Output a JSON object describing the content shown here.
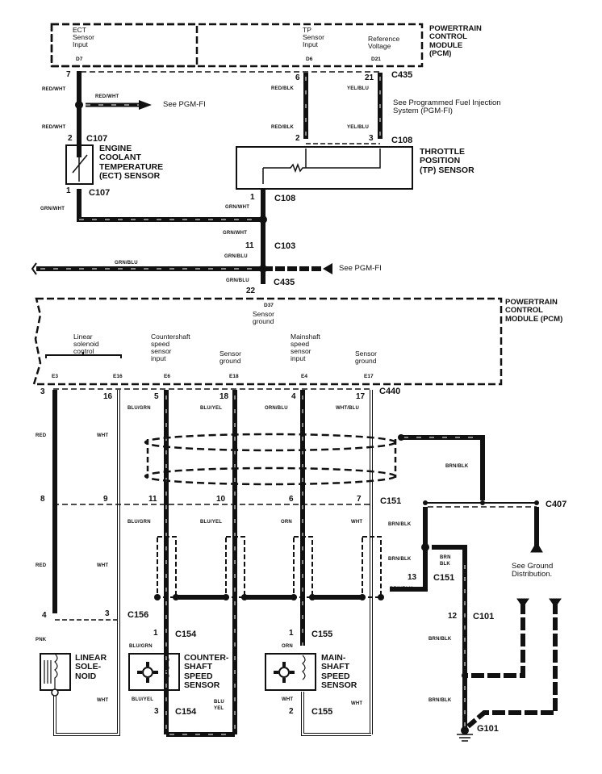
{
  "title": "Transmission PCM sensor wiring diagram",
  "modules": {
    "pcm_top": {
      "name_lines": [
        "POWERTRAIN",
        "CONTROL",
        "MODULE",
        "(PCM)"
      ],
      "pins": [
        {
          "label_lines": [
            "ECT",
            "Sensor",
            "Input"
          ],
          "terminal": "D7"
        },
        {
          "label_lines": [
            "TP",
            "Sensor",
            "Input"
          ],
          "terminal": "D6"
        },
        {
          "label_lines": [
            "Reference",
            "Voltage"
          ],
          "terminal": "D21"
        }
      ]
    },
    "pcm_bottom": {
      "name_lines": [
        "POWERTRAIN",
        "CONTROL",
        "MODULE (PCM)"
      ],
      "ground_pin": {
        "terminal": "D37",
        "label_lines": [
          "Sensor",
          "ground"
        ]
      },
      "pins": [
        {
          "label_lines": [
            "Linear",
            "solenoid",
            "control"
          ],
          "terminals": [
            "E3",
            "E16"
          ]
        },
        {
          "label_lines": [
            "Countershaft",
            "speed",
            "sensor",
            "input"
          ],
          "terminal": "E6"
        },
        {
          "label_lines": [
            "Sensor",
            "ground"
          ],
          "terminal": "E18"
        },
        {
          "label_lines": [
            "Mainshaft",
            "speed",
            "sensor",
            "input"
          ],
          "terminal": "E4"
        },
        {
          "label_lines": [
            "Sensor",
            "ground"
          ],
          "terminal": "E17"
        }
      ]
    }
  },
  "components": {
    "ect": [
      "ENGINE",
      "COOLANT",
      "TEMPERATURE",
      "(ECT) SENSOR"
    ],
    "tp": [
      "THROTTLE",
      "POSITION",
      "(TP) SENSOR"
    ],
    "linear_solenoid": [
      "LINEAR",
      "SOLE-",
      "NOID"
    ],
    "countershaft": [
      "COUNTER-",
      "SHAFT",
      "SPEED",
      "SENSOR"
    ],
    "mainshaft": [
      "MAIN-",
      "SHAFT",
      "SPEED",
      "SENSOR"
    ],
    "ground": "G101"
  },
  "notes": {
    "see_pgmfi_1": "See PGM-FI",
    "see_pgmfi_system": [
      "See Programmed Fuel Injection",
      "System (PGM-FI)"
    ],
    "see_pgmfi_2": "See PGM-FI",
    "see_ground": [
      "See Ground",
      "Distribution."
    ]
  },
  "connectors": {
    "c435_top": "C435",
    "c108_top": "C108",
    "c107_top": "C107",
    "c107_bot": "C107",
    "c108_bot": "C108",
    "c103": "C103",
    "c435_bot": "C435",
    "c440": "C440",
    "c151": "C151",
    "c407": "C407",
    "c151_b": "C151",
    "c156": "C156",
    "c154_top": "C154",
    "c154_bot": "C154",
    "c155_top": "C155",
    "c155_bot": "C155",
    "c101": "C101"
  },
  "pins": {
    "p7": "7",
    "p6": "6",
    "p21": "21",
    "p2tp": "2",
    "p3tp": "3",
    "p2ect": "2",
    "p1ect": "1",
    "p1c108": "1",
    "p11c103": "11",
    "p22": "22",
    "c440": [
      "3",
      "16",
      "5",
      "18",
      "4",
      "17"
    ],
    "c151": [
      "8",
      "9",
      "11",
      "10",
      "6",
      "7"
    ],
    "p13": "13",
    "p4": "4",
    "p3c156": "3",
    "p1c154": "1",
    "p3c154": "3",
    "p1c155": "1",
    "p2c155": "2",
    "p12": "12"
  },
  "wires": {
    "red_wht_a": "RED/WHT",
    "red_wht_b": "RED/WHT",
    "red_wht_c": "RED/WHT",
    "red_blk_a": "RED/BLK",
    "red_blk_b": "RED/BLK",
    "yel_blu_a": "YEL/BLU",
    "yel_blu_b": "YEL/BLU",
    "grn_wht_a": "GRN/WHT",
    "grn_wht_b": "GRN/WHT",
    "grn_wht_c": "GRN/WHT",
    "grn_blu_a": "GRN/BLU",
    "grn_blu_b": "GRN/BLU",
    "grn_blu_c": "GRN/BLU",
    "red_a": "RED",
    "wht_a": "WHT",
    "blu_grn_a": "BLU/GRN",
    "blu_yel_a": "BLU/YEL",
    "orn_blu": "ORN/BLU",
    "wht_blu": "WHT/BLU",
    "red_b": "RED",
    "wht_b": "WHT",
    "blu_grn_b": "BLU/GRN",
    "blu_yel_b": "BLU/YEL",
    "orn_a": "ORN",
    "wht_c": "WHT",
    "brn_blk_a": "BRN/BLK",
    "brn_blk_b": "BRN/BLK",
    "brn_blk_c": "BRN/BLK",
    "brn_blk_d": "BRN/BLK",
    "brn_blk_e": "BRN/BLK",
    "brn_blk_f": "BRN/BLK",
    "brn_blk_split": [
      "BRN",
      "BLK"
    ],
    "pnk": "PNK",
    "wht_d": "WHT",
    "blu_grn_c": "BLU/GRN",
    "blu_yel_c": "BLU/YEL",
    "blu_yel_split": [
      "BLU",
      "YEL"
    ],
    "orn_b": "ORN",
    "wht_e": "WHT",
    "wht_f": "WHT"
  }
}
